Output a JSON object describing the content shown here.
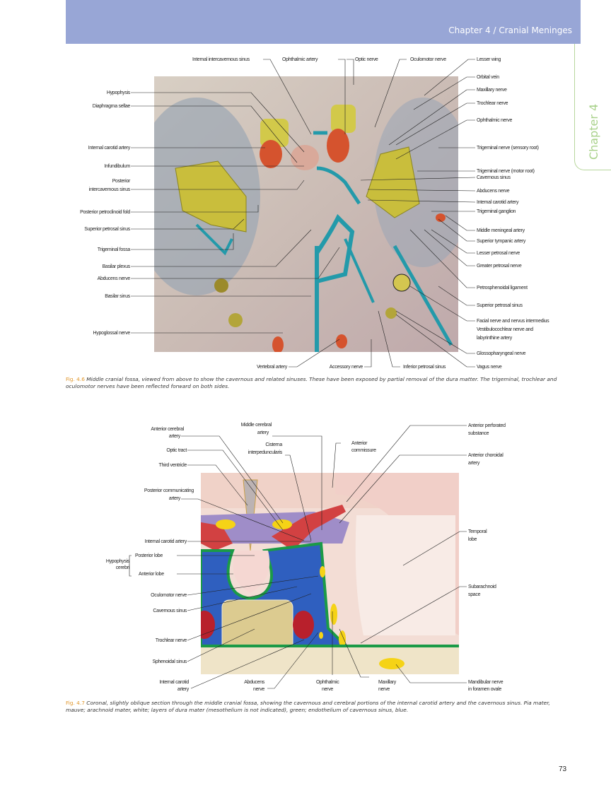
{
  "header": {
    "title": "Chapter 4 / Cranial Meninges",
    "color": "#98a6d6"
  },
  "side_tab": {
    "label": "Chapter 4",
    "color": "#a8d18a"
  },
  "figure_4_6": {
    "labels_top": [
      "Internal intercavernous sinus",
      "Ophthalmic artery",
      "Optic nerve",
      "Oculomotor nerve",
      "Lesser wing"
    ],
    "labels_left": [
      "Hypophysis",
      "Diaphragma sellae",
      "Internal carotid artery",
      "Infundibulum",
      "Posterior",
      "intercavernous sinus",
      "Posterior petroclinoid fold",
      "Superior petrosal sinus",
      "Trigeminal fossa",
      "Basilar plexus",
      "Abducens nerve",
      "Basilar sinus",
      "Hypoglossal nerve"
    ],
    "labels_right": [
      "Orbital vein",
      "Maxillary nerve",
      "Trochlear nerve",
      "Ophthalmic nerve",
      "Trigeminal nerve (sensory root)",
      "Trigeminal nerve (motor root)",
      "Cavernous sinus",
      "Abducens nerve",
      "Internal carotid artery",
      "Trigeminal ganglion",
      "Middle meningeal artery",
      "Superior tympanic artery",
      "Lesser petrosal nerve",
      "Greater petrosal nerve",
      "Petrosphenoidal ligament",
      "Superior petrosal sinus",
      "Facial nerve and nervus intermedius",
      "Vestibulocochlear nerve and",
      "labyrinthine artery",
      "Glossopharyngeal nerve",
      "Vagus nerve"
    ],
    "labels_bottom": [
      "Vertebral artery",
      "Accessory nerve",
      "Inferior petrosal sinus"
    ],
    "caption_num": "Fig. 4.6",
    "caption": "Middle cranial fossa, viewed from above to show the cavernous and related sinuses. These have been exposed by partial removal of the dura matter. The trigeminal, trochlear and oculomotor nerves have been reflected forward on both sides."
  },
  "figure_4_7": {
    "labels_left": [
      "Anterior cerebral",
      "artery",
      "Optic tract",
      "Third ventricle",
      "Posterior communicating",
      "artery",
      "Internal carotid artery",
      "Hypophysis",
      "cerebri",
      "Posterior lobe",
      "Anterior lobe",
      "Oculomotor nerve",
      "Cavernous sinus",
      "Trochlear nerve",
      "Sphenoidal sinus"
    ],
    "labels_top": [
      "Middle cerebral",
      "artery",
      "Cisterna",
      "interpeduncularis",
      "Anterior",
      "commissure"
    ],
    "labels_right": [
      "Anterior perforated",
      "substance",
      "Anterior choroidal",
      "artery",
      "Temporal",
      "lobe",
      "Subarachnoid",
      "space"
    ],
    "labels_bottom": [
      "Internal carotid",
      "artery",
      "Abducens",
      "nerve",
      "Ophthalmic",
      "nerve",
      "Maxillary",
      "nerve",
      "Mandibular nerve",
      "in foramen ovale"
    ],
    "caption_num": "Fig. 4.7",
    "caption": "Coronal, slightly oblique section through the middle cranial fossa, showing the cavernous and cerebral portions of the internal carotid artery and the cavernous sinus. Pia mater, mauve; arachnoid mater, white; layers of dura mater (mesothelium is not indicated), green; endothelium of cavernous sinus, blue."
  },
  "page_number": "73"
}
